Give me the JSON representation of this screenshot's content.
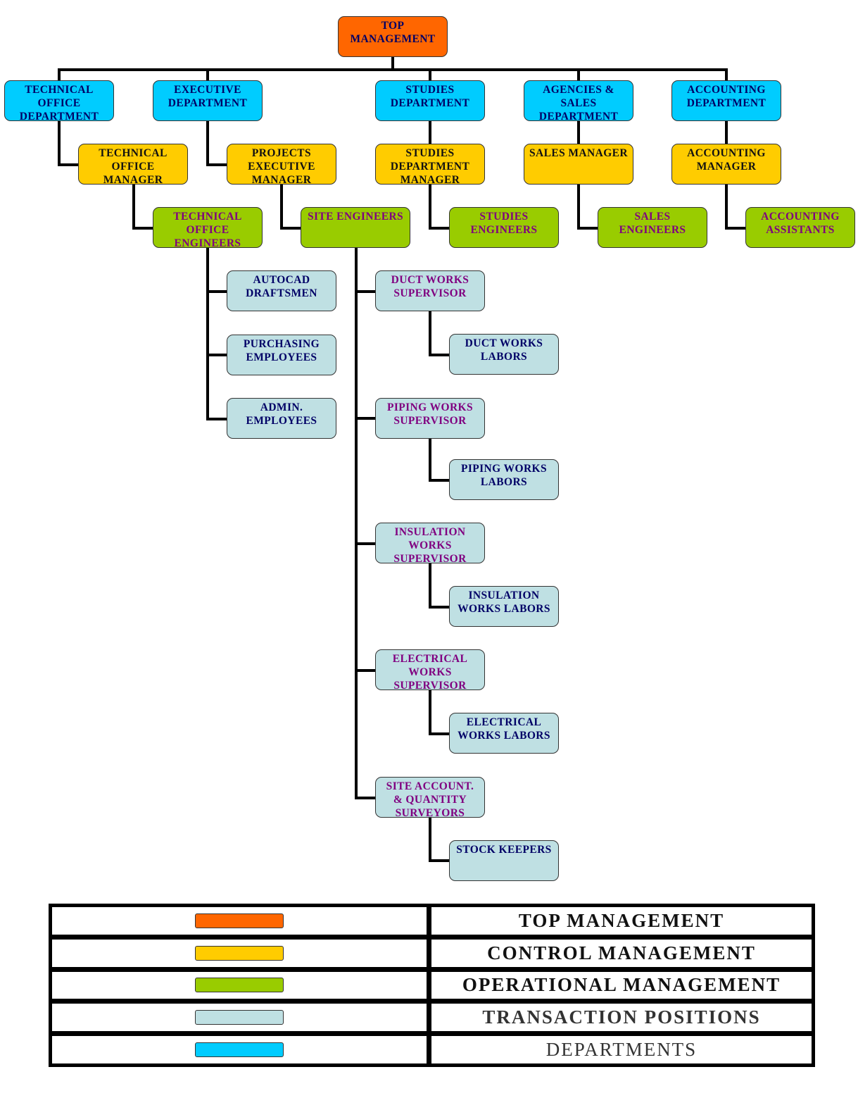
{
  "colors": {
    "top": "#ff6600",
    "control": "#ffcc00",
    "operational": "#99cc00",
    "transaction": "#bfe0e3",
    "department": "#00ccff",
    "text_dark": "#000066",
    "text_purple": "#800080",
    "text_black": "#111111",
    "line": "#000000"
  },
  "nodes": {
    "top_management": "TOP\nMANAGEMENT",
    "technical_office_dept": "TECHNICAL\nOFFICE\nDEPARTMENT",
    "executive_dept": "EXECUTIVE\nDEPARTMENT",
    "studies_dept": "STUDIES\nDEPARTMENT",
    "agencies_sales_dept": "AGENCIES  &\nSALES\nDEPARTMENT",
    "accounting_dept": "ACCOUNTING\nDEPARTMENT",
    "technical_office_manager": "TECHNICAL\nOFFICE\nMANAGER",
    "projects_executive_manager": "PROJECTS\nEXECUTIVE\nMANAGER",
    "studies_dept_manager": "STUDIES\nDEPARTMENT\nMANAGER",
    "sales_manager": "SALES MANAGER",
    "accounting_manager": "ACCOUNTING\nMANAGER",
    "technical_office_engineers": "TECHNICAL\nOFFICE\nENGINEERS",
    "site_engineers": "SITE  ENGINEERS",
    "studies_engineers": "STUDIES\nENGINEERS",
    "sales_engineers": "SALES\nENGINEERS",
    "accounting_assistants": "ACCOUNTING\nASSISTANTS",
    "autocad_draftsmen": "AUTOCAD\nDRAFTSMEN",
    "purchasing_employees": "PURCHASING\nEMPLOYEES",
    "admin_employees": "ADMIN.\nEMPLOYEES",
    "duct_works_supervisor": "DUCT WORKS\nSUPERVISOR",
    "duct_works_labors": "DUCT  WORKS\nLABORS",
    "piping_works_supervisor": "PIPING WORKS\nSUPERVISOR",
    "piping_works_labors": "PIPING WORKS\nLABORS",
    "insulation_works_supervisor": "INSULATION\nWORKS\nSUPERVISOR",
    "insulation_works_labors": "INSULATION\nWORKS  LABORS",
    "electrical_works_supervisor": "ELECTRICAL\nWORKS\nSUPERVISOR",
    "electrical_works_labors": "ELECTRICAL\nWORKS  LABORS",
    "site_account_qs": "SITE  ACCOUNT.\n& QUANTITY\nSURVEYORS",
    "stock_keepers": "STOCK  KEEPERS"
  },
  "legend": [
    {
      "label": "TOP  MANAGEMENT",
      "color": "#ff6600"
    },
    {
      "label": "CONTROL  MANAGEMENT",
      "color": "#ffcc00"
    },
    {
      "label": "OPERATIONAL  MANAGEMENT",
      "color": "#99cc00"
    },
    {
      "label": "TRANSACTION  POSITIONS",
      "color": "#bfe0e3"
    },
    {
      "label": "DEPARTMENTS",
      "color": "#00ccff"
    }
  ]
}
